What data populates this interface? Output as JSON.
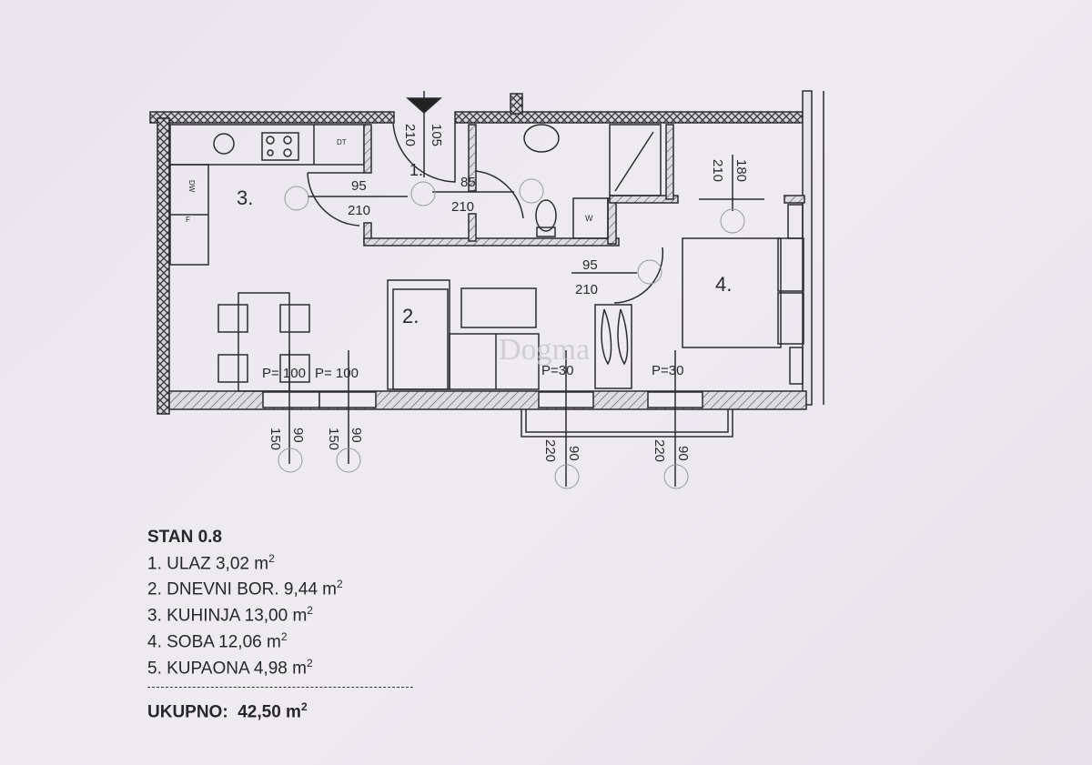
{
  "plan": {
    "rooms": {
      "r1": "1.",
      "r2": "2.",
      "r3": "3.",
      "r4": "4."
    },
    "appliances": {
      "dt": "DT",
      "dw": "DW",
      "f": "F",
      "w": "W"
    },
    "doors": {
      "entry_w": "105",
      "entry_h": "210",
      "kitchen_w": "95",
      "kitchen_h": "210",
      "bath_w": "85",
      "bath_h": "210",
      "living_w": "95",
      "living_h": "210",
      "room4_w": "180",
      "room4_h": "210"
    },
    "parapets": [
      "P= 100",
      "P= 100",
      "P=30",
      "P=30"
    ],
    "windows": [
      {
        "h": "150",
        "w": "90"
      },
      {
        "h": "150",
        "w": "90"
      },
      {
        "h": "220",
        "w": "90"
      },
      {
        "h": "220",
        "w": "90"
      }
    ],
    "watermark": "Dogma"
  },
  "legend": {
    "title": "STAN 0.8",
    "items": [
      {
        "label": "1. ULAZ 3,02 m",
        "sup": "2"
      },
      {
        "label": "2. DNEVNI BOR. 9,44 m",
        "sup": "2"
      },
      {
        "label": "3. KUHINJA 13,00 m",
        "sup": "2"
      },
      {
        "label": "4. SOBA 12,06 m",
        "sup": "2"
      },
      {
        "label": "5. KUPAONA 4,98 m",
        "sup": "2"
      }
    ],
    "total_label": "UKUPNO:",
    "total_value": "42,50 m",
    "total_sup": "2"
  }
}
